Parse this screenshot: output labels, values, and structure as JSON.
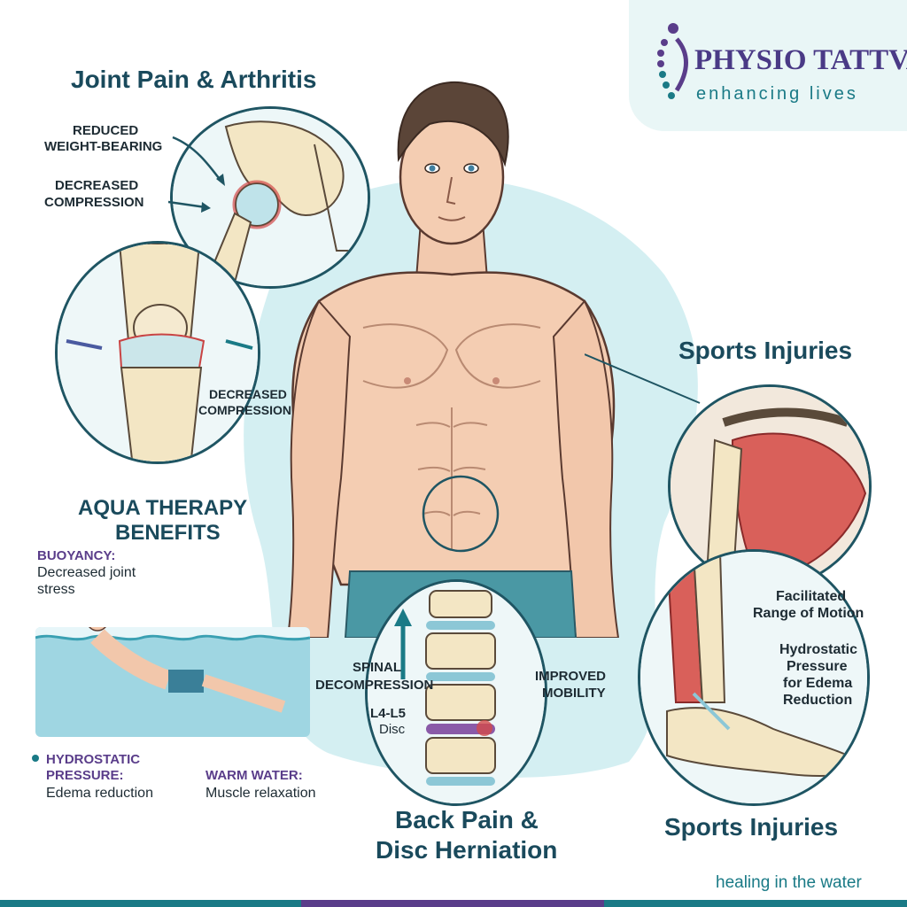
{
  "brand": {
    "name": "PHYSIO TATTVA",
    "tagline": "enhancing lives",
    "footer_slogan": "healing in the water",
    "colors": {
      "teal": "#1a7a86",
      "purple": "#5a3d8a",
      "dark": "#1a4a5c",
      "water": "#a9dde6"
    }
  },
  "sections": {
    "joint": {
      "title": "Joint Pain & Arthritis",
      "label_weight_1": "REDUCED",
      "label_weight_2": "WEIGHT-BEARING",
      "label_comp_1": "DECREASED",
      "label_comp_2": "COMPRESSION",
      "label_knee_1": "DECREASED",
      "label_knee_2": "COMPRESSION"
    },
    "aqua": {
      "title_1": "AQUA THERAPY",
      "title_2": "BENEFITS",
      "buoyancy_head": "BUOYANCY:",
      "buoyancy_text_1": "Decreased joint",
      "buoyancy_text_2": "stress",
      "hydro_head_1": "HYDROSTATIC",
      "hydro_head_2": "PRESSURE:",
      "hydro_text": "Edema reduction",
      "warm_head": "WARM WATER:",
      "warm_text": "Muscle relaxation"
    },
    "back": {
      "title_1": "Back Pain &",
      "title_2": "Disc Herniation",
      "label_spinal_1": "SPINAL",
      "label_spinal_2": "DECOMPRESSION",
      "label_disc_1": "L4-L5",
      "label_disc_2": "Disc",
      "label_mob_1": "IMPROVED",
      "label_mob_2": "MOBILITY"
    },
    "sports_top": {
      "title": "Sports Injuries"
    },
    "sports_bottom": {
      "title": "Sports Injuries",
      "label_rom_1": "Facilitated",
      "label_rom_2": "Range of Motion",
      "label_hydro_1": "Hydrostatic",
      "label_hydro_2": "Pressure",
      "label_hydro_3": "for Edema",
      "label_hydro_4": "Reduction"
    }
  }
}
